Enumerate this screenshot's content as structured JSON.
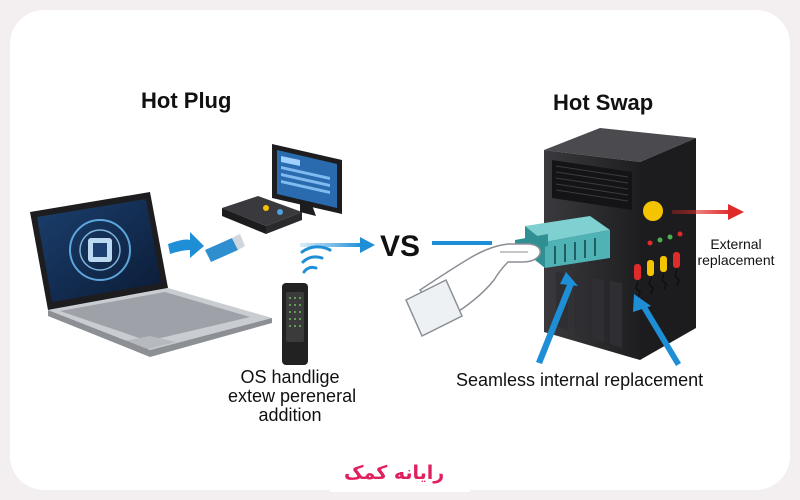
{
  "left": {
    "title": "Hot Plug",
    "caption_lines": [
      "OS handlige",
      "extew pereneral",
      "addition"
    ]
  },
  "vs_label": "VS",
  "right": {
    "title": "Hot Swap",
    "external_lines": [
      "External",
      "replacement"
    ],
    "internal_label": "Seamless internal replacement"
  },
  "brand": {
    "logo_text": "رایانه کمک",
    "accent": "#e0205e"
  },
  "colors": {
    "arrow_blue": "#1e8fd6",
    "arrow_red": "#e02b2b",
    "server_dark": "#2b2b2d",
    "drive_teal": "#4fb3b5"
  }
}
